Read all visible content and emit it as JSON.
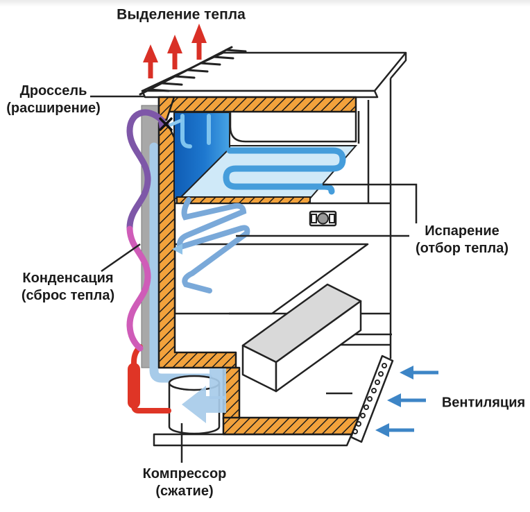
{
  "title": "Выделение тепла",
  "labels": {
    "throttle_line1": "Дроссель",
    "throttle_line2": "(расширение)",
    "condensation_line1": "Конденсация",
    "condensation_line2": "(сброс тепла)",
    "evaporation_line1": "Испарение",
    "evaporation_line2": "(отбор тепла)",
    "ventilation": "Вентиляция",
    "compressor_line1": "Компрессор",
    "compressor_line2": "(сжатие)"
  },
  "colors": {
    "insulation_orange": "#f2a23c",
    "condenser_purple": "#7e57a8",
    "condenser_pink": "#cf5cb8",
    "discharge_red": "#df3526",
    "suction_light_blue": "#a7cbe9",
    "evaporator_dark_blue": "#0f5cb4",
    "evaporator_panel_light": "#47a3e4",
    "freezer_floor_blue": "#cfe9f8",
    "freezer_coil_blue": "#459ddb",
    "fridge_coil_blue": "#7aa9d9",
    "vent_arrow_blue": "#3d85c6",
    "heat_arrow_red": "#d93026",
    "condenser_plate_grey": "#a8a8a8",
    "drawer_grey": "#d9d9d9",
    "ink": "#1b1b1b"
  }
}
